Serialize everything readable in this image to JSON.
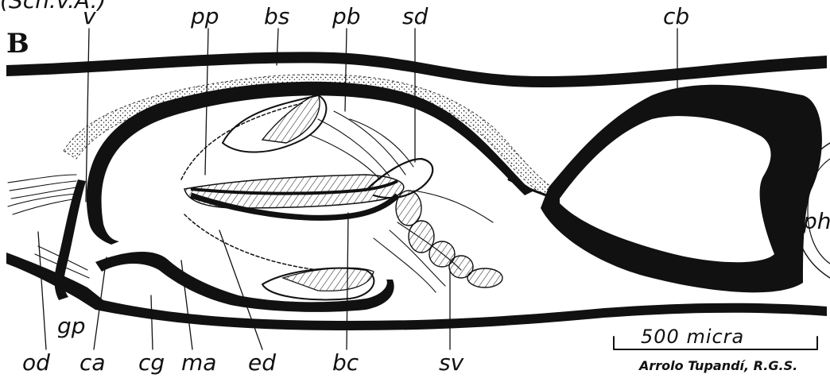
{
  "figure": {
    "top_fragment": "(Sch.v.A.)",
    "panel_label": "B",
    "labels": {
      "v": "v",
      "pp": "pp",
      "bs": "bs",
      "pb": "pb",
      "sd": "sd",
      "cb": "cb",
      "ph": "ph",
      "gp": "gp",
      "od": "od",
      "ca": "ca",
      "cg": "cg",
      "ma": "ma",
      "ed": "ed",
      "bc": "bc",
      "sv": "sv"
    },
    "scale_bar": {
      "label": "500   micra"
    },
    "credit": "Arrolo Tupandí, R.G.S."
  }
}
